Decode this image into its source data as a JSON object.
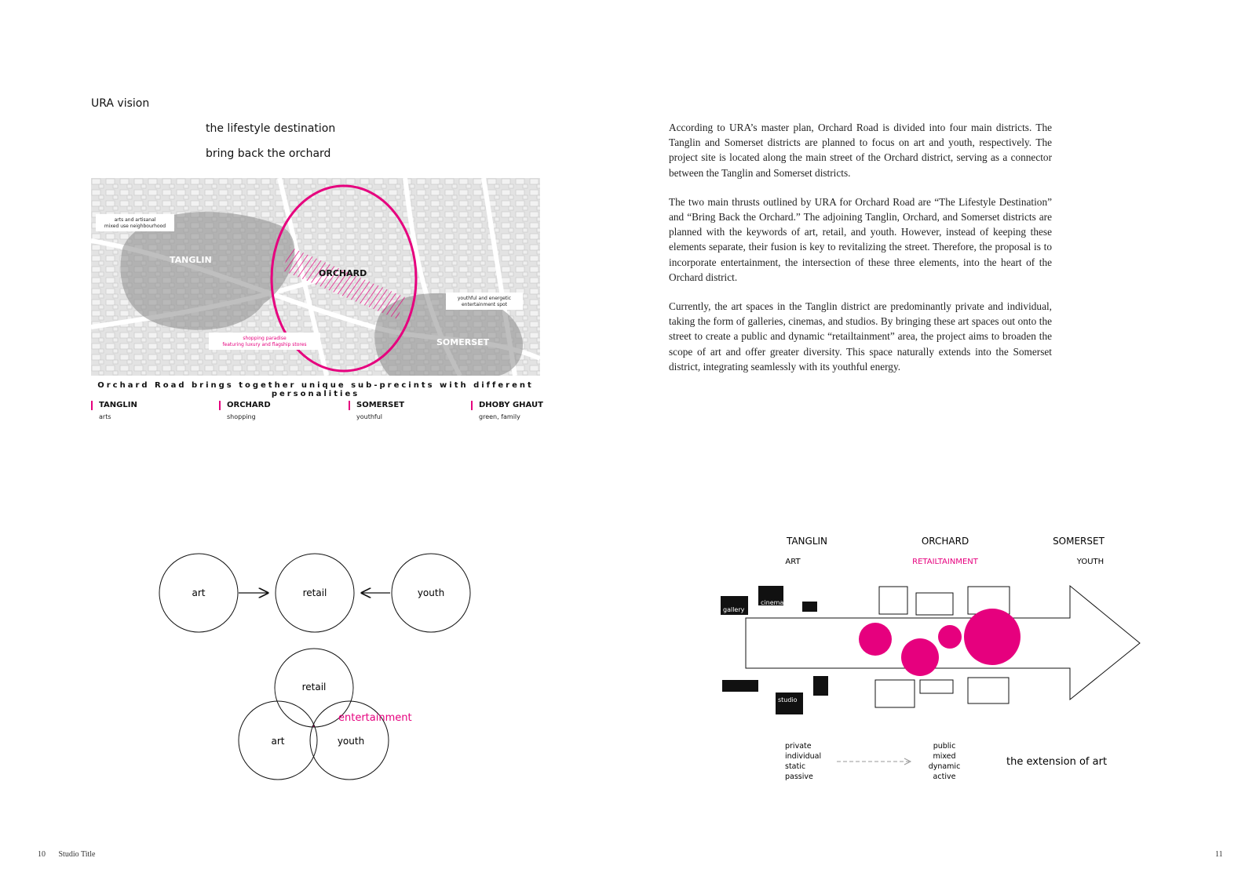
{
  "left_page": {
    "heading": "URA vision",
    "thrusts": [
      "the lifestyle destination",
      "bring back the orchard"
    ],
    "map": {
      "labels": {
        "tanglin": "TANGLIN",
        "orchard": "ORCHARD",
        "somerset": "SOMERSET",
        "note_tanglin_line1": "arts and artisanal",
        "note_tanglin_line2": "mixed use neighbourhood",
        "note_somerset_line1": "youthful and energetic",
        "note_somerset_line2": "entertainment spot",
        "note_orchard_line1": "shopping paradise",
        "note_orchard_line2": "featuring luxury and flagship stores"
      },
      "colors": {
        "accent": "#e6007e",
        "base": "#dcdcdc"
      }
    },
    "caption": "Orchard Road brings together unique sub-precints with different personalities",
    "districts": [
      {
        "name": "TANGLIN",
        "desc": "arts"
      },
      {
        "name": "ORCHARD",
        "desc": "shopping"
      },
      {
        "name": "SOMERSET",
        "desc": "youthful"
      },
      {
        "name": "DHOBY GHAUT",
        "desc": "green, family"
      }
    ],
    "concept_diagram": {
      "row_circles": [
        "art",
        "retail",
        "youth"
      ],
      "venn_circles": [
        "retail",
        "art",
        "youth"
      ],
      "intersection_label": "entertainment"
    },
    "footer": {
      "page_number": "10",
      "title": "Studio Title"
    }
  },
  "right_page": {
    "paragraphs": [
      "According to URA’s master plan, Orchard Road is divided into four main districts. The Tanglin and Somerset districts are planned to focus on art and youth, respectively. The project site is located along the main street of the Orchard district, serving as a connector between the Tanglin and Somerset districts.",
      "The two main thrusts outlined by URA for Orchard Road are “The Lifestyle Destination” and “Bring Back the Orchard.” The adjoining Tanglin, Orchard, and Somerset districts are planned with the keywords of art, retail, and youth. However, instead of keeping these elements separate, their fusion is key to revitalizing the street. Therefore, the proposal is to incorporate entertainment, the intersection of these three elements, into the heart of the Orchard district.",
      "Currently, the art spaces in the Tanglin district are predominantly private and individual, taking the form of galleries, cinemas, and studios. By bringing these art spaces out onto the street to create a public and dynamic “retailtainment” area, the project aims to broaden the scope of art and offer greater diversity. This space naturally extends into the Somerset district, integrating seamlessly with its youthful energy."
    ],
    "arrow_diagram": {
      "districts": [
        "TANGLIN",
        "ORCHARD",
        "SOMERSET"
      ],
      "themes": [
        "ART",
        "RETAILTAINMENT",
        "YOUTH"
      ],
      "box_labels": [
        "gallery",
        "cinema",
        "studio"
      ],
      "from_list": [
        "private",
        "individual",
        "static",
        "passive"
      ],
      "to_list": [
        "public",
        "mixed",
        "dynamic",
        "active"
      ],
      "tagline": "the extension of art"
    },
    "footer": {
      "page_number": "11"
    }
  }
}
